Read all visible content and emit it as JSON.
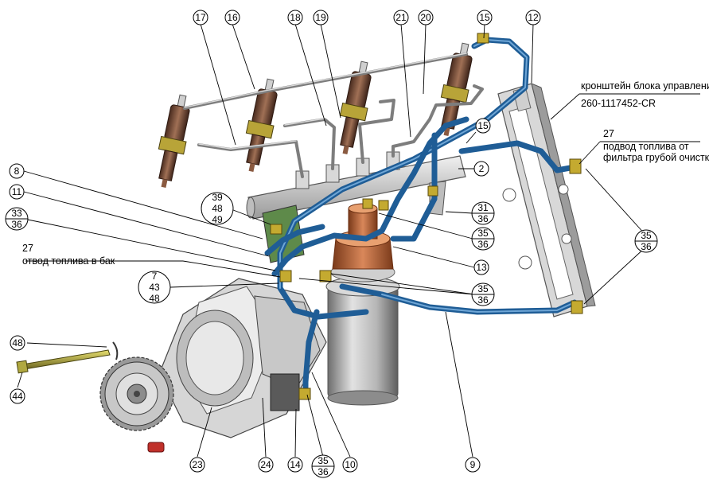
{
  "annotations": {
    "bracket_line1": "кронштейн блока управления",
    "bracket_line2": "260-1117452-CR",
    "supply_num": "27",
    "supply_line1": "подвод топлива от",
    "supply_line2": "фильтра грубой очистки",
    "return_num": "27",
    "return_text": "отвод топлива в бак"
  },
  "callouts": {
    "c17": "17",
    "c16": "16",
    "c18": "18",
    "c19": "19",
    "c21": "21",
    "c20": "20",
    "c15a": "15",
    "c12": "12",
    "c15b": "15",
    "c2": "2",
    "c8": "8",
    "c11": "11",
    "c33": "33",
    "c36a": "36",
    "c39": "39",
    "c48a": "48",
    "c49": "49",
    "c31": "31",
    "c36b": "36",
    "c35a": "35",
    "c36c": "36",
    "c13": "13",
    "c35b": "35",
    "c36d": "36",
    "c7": "7",
    "c43": "43",
    "c48b": "48",
    "c35c": "35",
    "c36e": "36",
    "c48c": "48",
    "c44": "44",
    "c23": "23",
    "c24": "24",
    "c14": "14",
    "c35d": "35",
    "c36f": "36",
    "c10": "10",
    "c9": "9"
  }
}
